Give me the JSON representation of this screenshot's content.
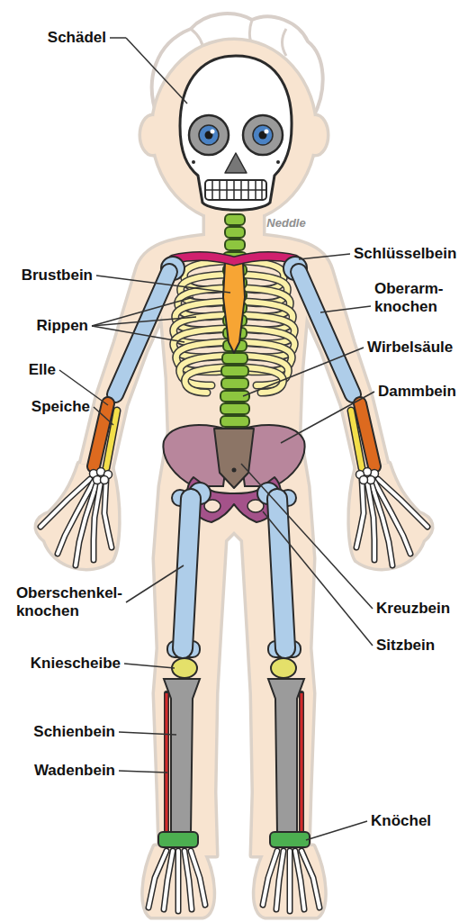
{
  "diagram": {
    "labels": [
      "Schädel",
      "Schlüsselbein",
      "Brustbein",
      "Oberarm- knochen",
      "Rippen",
      "Wirbelsäule",
      "Elle",
      "Dammbein",
      "Speiche",
      "Oberschenkel- knochen",
      "Kreuzbein",
      "Sitzbein",
      "Kniescheibe",
      "Schienbein",
      "Wadenbein",
      "Knöchel",
      "Neddle"
    ]
  }
}
